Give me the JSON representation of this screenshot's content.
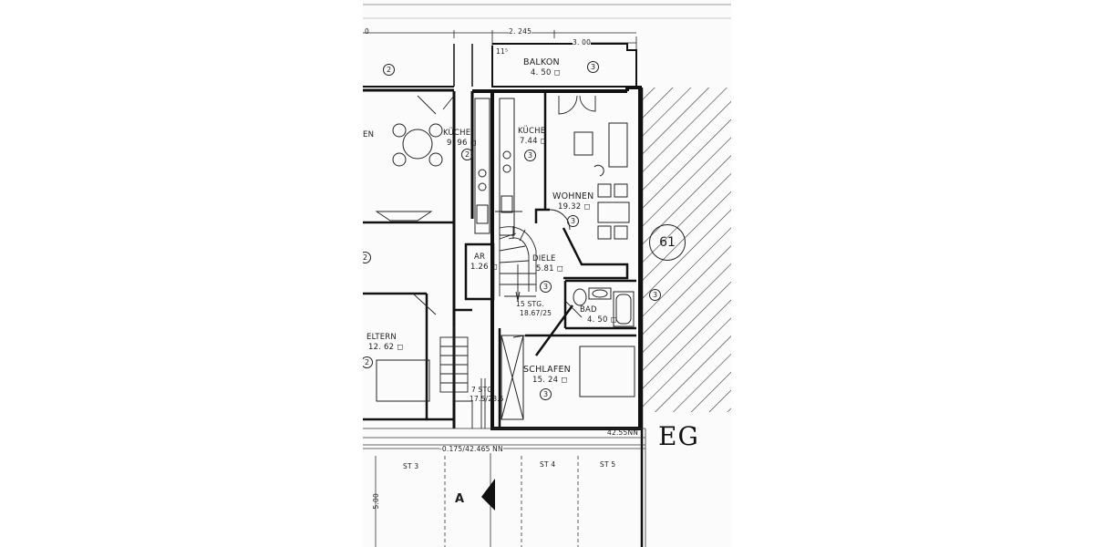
{
  "rooms": {
    "balkon": {
      "name": "BALKON",
      "area": "4. 50 ◻",
      "unit": "3"
    },
    "kueche_left": {
      "name": "KÜCHE",
      "area": "9. 96 ◻",
      "unit": "2"
    },
    "kueche_right": {
      "name": "KÜCHE",
      "area": "7.44 ◻",
      "unit": "3"
    },
    "wohnen": {
      "name": "WOHNEN",
      "area": "19.32 ◻",
      "unit": "3"
    },
    "ar": {
      "name": "AR",
      "area": "1.26 ◻"
    },
    "diele": {
      "name": "DIELE",
      "area": "5.81 ◻",
      "unit": "3"
    },
    "bad": {
      "name": "BAD",
      "area": "4. 50 ◻",
      "unit": "3"
    },
    "schlafen": {
      "name": "SCHLAFEN",
      "area": "15. 24 ◻",
      "unit": "3"
    },
    "eltern": {
      "name": "ELTERN",
      "area": "12. 62 ◻",
      "unit": "2"
    },
    "essen_partial": {
      "name": "EN"
    }
  },
  "unit_markers_left": [
    "2",
    "2",
    "2",
    "2"
  ],
  "stairs": {
    "main": {
      "steps": "15 STG.",
      "ratio": "18.67/25"
    },
    "side": {
      "steps": "7 STG",
      "ratio": "17.5/28.5"
    }
  },
  "dimensions": {
    "d1": "2. 245",
    "d2": "3. 00",
    "d3": "11⁵",
    "d4": "-0.175/42.465 NN",
    "d5": "42.55NN",
    "d6": "5.00",
    "d7": "0"
  },
  "parking": [
    "ST 3",
    "ST 4",
    "ST 5"
  ],
  "north_label": "A",
  "building_marker": "61",
  "floor_label": "EG"
}
